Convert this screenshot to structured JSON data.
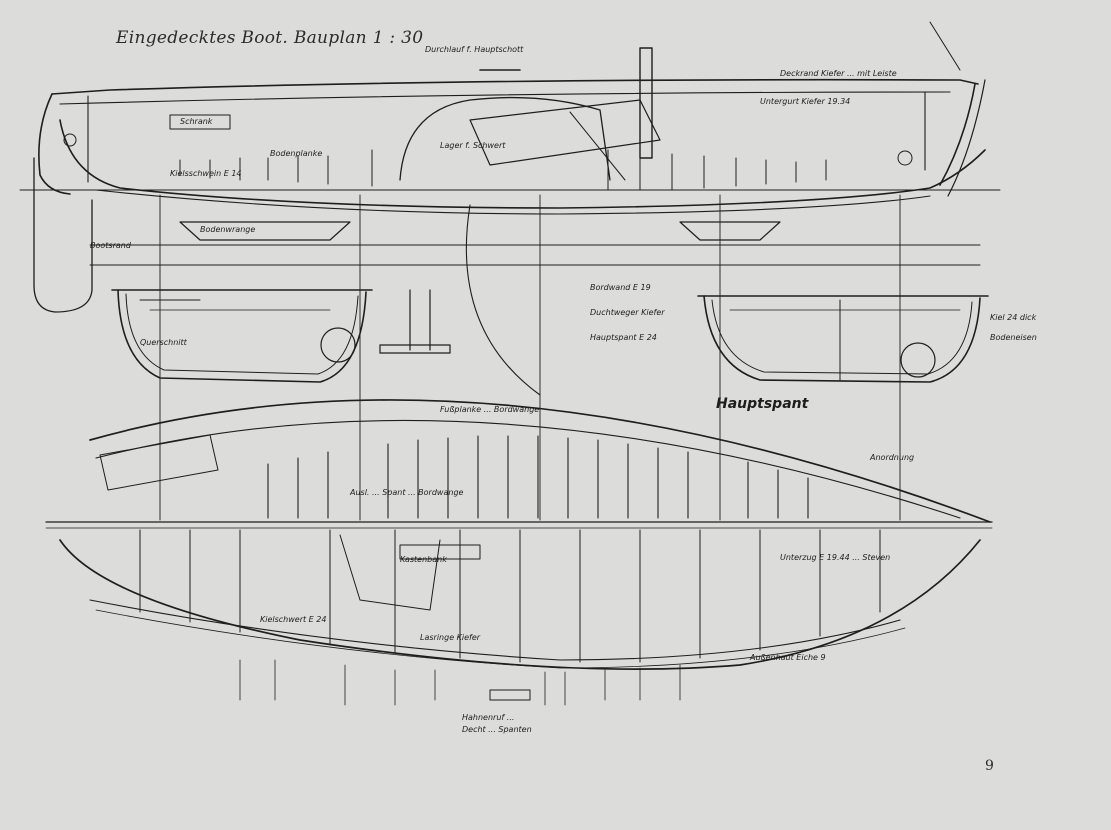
{
  "title": "Eingedecktes Boot. Bauplan  1 : 30",
  "page_number": "9",
  "labels": {
    "hauptspant": "Hauptspant",
    "bauplan_scale": "1 : 30"
  }
}
